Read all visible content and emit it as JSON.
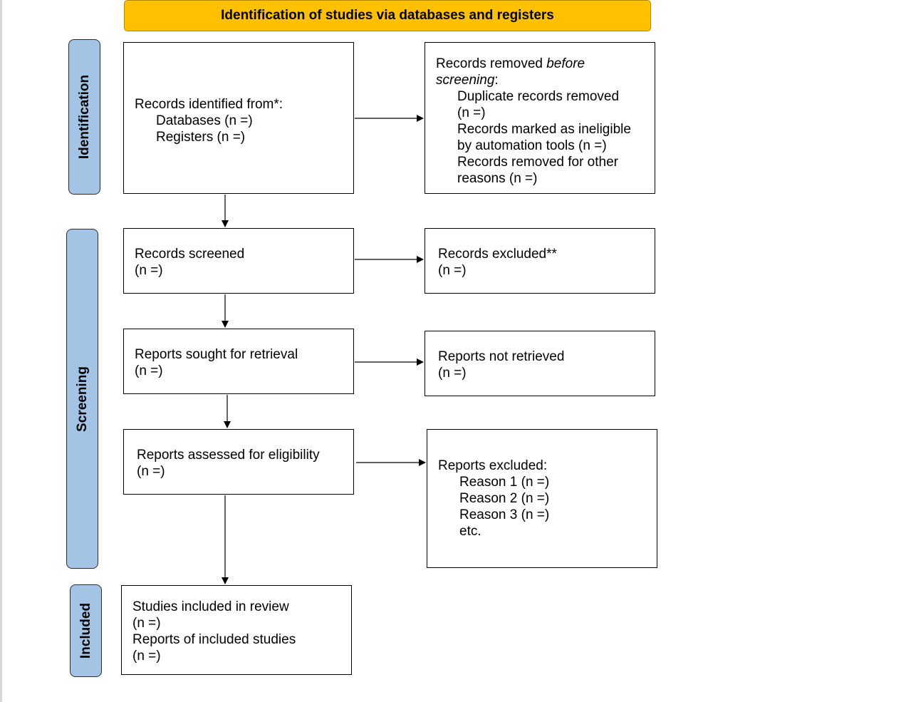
{
  "header": {
    "title": "Identification of studies via databases and registers"
  },
  "phases": {
    "identification": "Identification",
    "screening": "Screening",
    "included": "Included"
  },
  "identified": {
    "intro": "Records identified from*:",
    "databases": "Databases (n =)",
    "registers": "Registers (n =)"
  },
  "removed": {
    "intro_a": "Records removed ",
    "intro_em": "before",
    "intro_em2": "screening",
    "intro_colon": ":",
    "dup_a": "Duplicate records removed",
    "dup_b": "(n =)",
    "ineligible_a": "Records marked as ineligible",
    "ineligible_b": "by automation tools (n =)",
    "other_a": "Records removed for other",
    "other_b": "reasons (n =)"
  },
  "screened": {
    "label": "Records screened",
    "n": "(n =)"
  },
  "excluded": {
    "label": "Records excluded**",
    "n": "(n =)"
  },
  "sought": {
    "label": "Reports sought for retrieval",
    "n": "(n =)"
  },
  "not_retrieved": {
    "label": "Reports not retrieved",
    "n": "(n =)"
  },
  "assessed": {
    "label": "Reports assessed for eligibility",
    "n": "(n =)"
  },
  "reports_excluded": {
    "intro": "Reports excluded:",
    "reason1": "Reason 1 (n =)",
    "reason2": "Reason 2 (n =)",
    "reason3": "Reason 3 (n =)",
    "etc": "etc."
  },
  "included_box": {
    "studies": "Studies included in review",
    "studies_n": "(n =)",
    "reports": "Reports of included studies",
    "reports_n": "(n =)"
  },
  "colors": {
    "header": "#ffc000",
    "phase": "#a4c4e6",
    "spellcheck": "#2a5bd7"
  }
}
